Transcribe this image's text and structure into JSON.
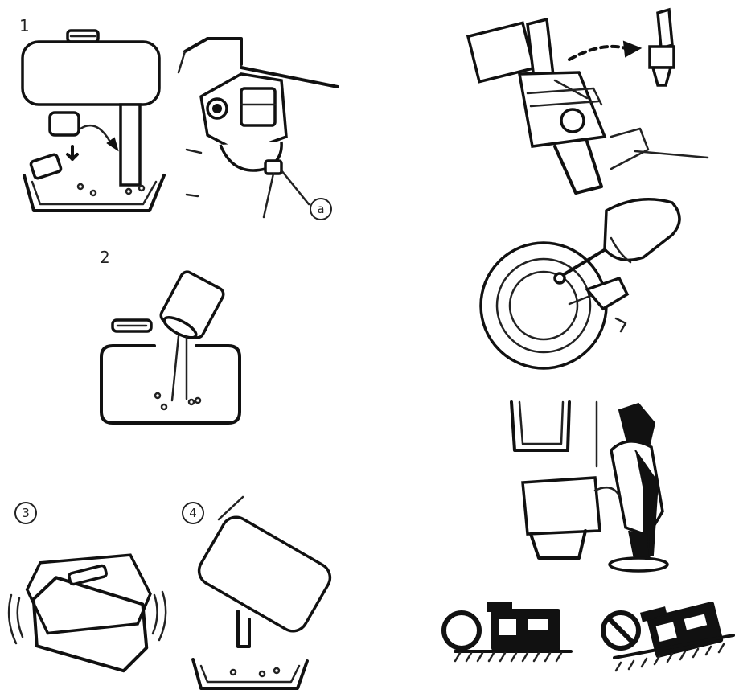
{
  "steps": {
    "step1": "1",
    "step2": "2",
    "step3": "3",
    "step4": "4",
    "callout_a": "a"
  },
  "icons": {
    "ok": "circle-ok-icon",
    "ng": "prohibited-icon"
  }
}
